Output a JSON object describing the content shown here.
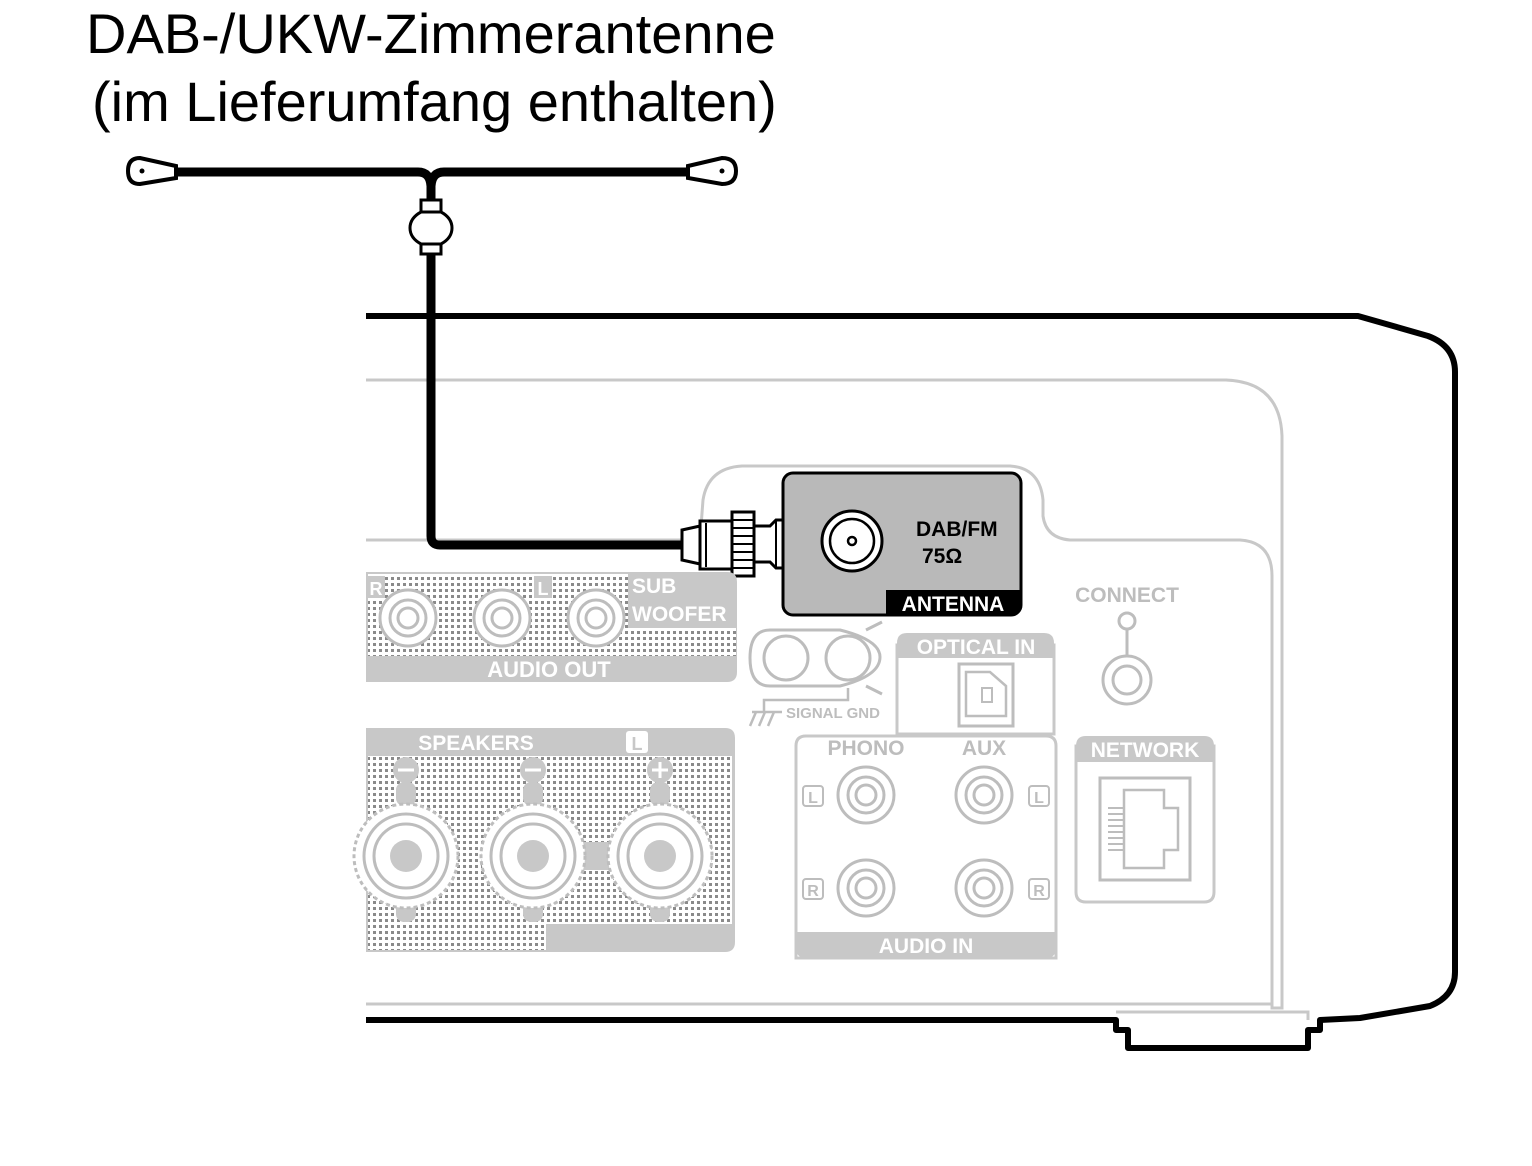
{
  "caption": {
    "line1": "DAB-/UKW-Zimmerantenne",
    "line2": "(im Lieferumfang enthalten)"
  },
  "antenna_terminal": {
    "label_line1": "DAB/FM",
    "label_line2": "75Ω",
    "badge": "ANTENNA"
  },
  "audio_out": {
    "label": "AUDIO OUT",
    "right_tag": "R",
    "left_tag": "L",
    "sub_line1": "SUB",
    "sub_line2": "WOOFER"
  },
  "signal_gnd": "SIGNAL GND",
  "optical_in": "OPTICAL IN",
  "connect": "CONNECT",
  "speakers": {
    "label": "SPEAKERS",
    "side_tag": "L"
  },
  "audio_in": {
    "label": "AUDIO IN",
    "phono": "PHONO",
    "aux": "AUX",
    "left_tag": "L",
    "right_tag": "R"
  },
  "network": "NETWORK",
  "colors": {
    "ink": "#000000",
    "panel_gray": "#c8c8c8",
    "panel_line": "#bdbdbd",
    "terminal_fill": "#b9b9b9"
  }
}
